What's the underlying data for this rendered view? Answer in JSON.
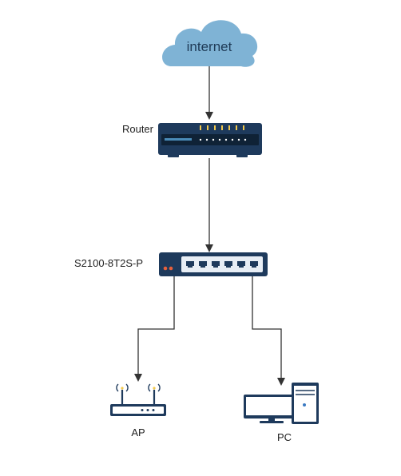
{
  "nodes": {
    "cloud": {
      "label": "internet"
    },
    "router": {
      "label": "Router"
    },
    "switch": {
      "label": "S2100-8T2S-P"
    },
    "ap": {
      "label": "AP"
    },
    "pc": {
      "label": "PC"
    }
  },
  "edges": [
    {
      "from": "internet",
      "to": "Router"
    },
    {
      "from": "Router",
      "to": "S2100-8T2S-P"
    },
    {
      "from": "S2100-8T2S-P",
      "to": "AP"
    },
    {
      "from": "S2100-8T2S-P",
      "to": "PC"
    }
  ],
  "colors": {
    "cloud": "#7fb3d5",
    "cloud_text": "#1f3b57",
    "device_dark": "#1e3a5c",
    "device_panel": "#0f2236",
    "accent_yellow": "#f2c94c",
    "port_light": "#e8eef5",
    "power_led": "#e8603c",
    "connector": "#333333"
  }
}
